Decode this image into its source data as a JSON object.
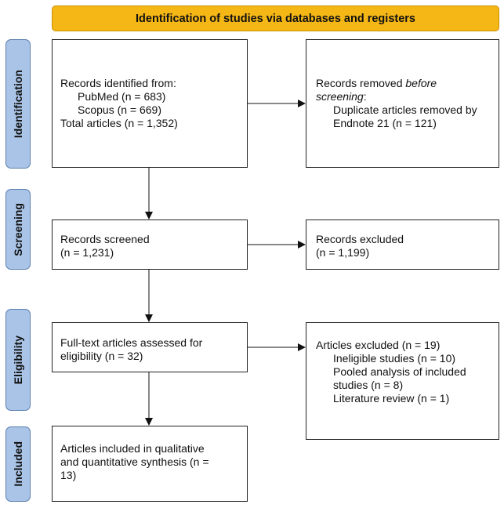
{
  "header": {
    "title": "Identification of studies via databases and registers"
  },
  "stages": {
    "identification": "Identification",
    "screening": "Screening",
    "eligibility": "Eligibility",
    "included": "Included"
  },
  "identified": {
    "heading": "Records identified from:",
    "pubmed": "PubMed (n = 683)",
    "scopus": "Scopus (n = 669)",
    "total": "Total articles (n = 1,352)"
  },
  "removed": {
    "heading_start": "Records removed ",
    "heading_em": "before",
    "heading_em2": "screening",
    "heading_end": ":",
    "duplicates": "Duplicate articles removed by Endnote 21 (n = 121)"
  },
  "screened": {
    "label": "Records screened",
    "count": "(n = 1,231)"
  },
  "excluded_screen": {
    "label": "Records excluded",
    "count": "(n = 1,199)"
  },
  "fulltext": {
    "text": "Full-text articles assessed for eligibility (n = 32)"
  },
  "excluded_full": {
    "heading": "Articles excluded (n = 19)",
    "ineligible": "Ineligible studies (n = 10)",
    "pooled": "Pooled analysis of included studies (n = 8)",
    "review": "Literature review (n = 1)"
  },
  "included": {
    "text": "Articles included in qualitative and quantitative synthesis (n = 13)"
  },
  "colors": {
    "header_fill": "#f5b715",
    "stage_fill": "#a9c4e6",
    "stage_border": "#5b7fad"
  }
}
